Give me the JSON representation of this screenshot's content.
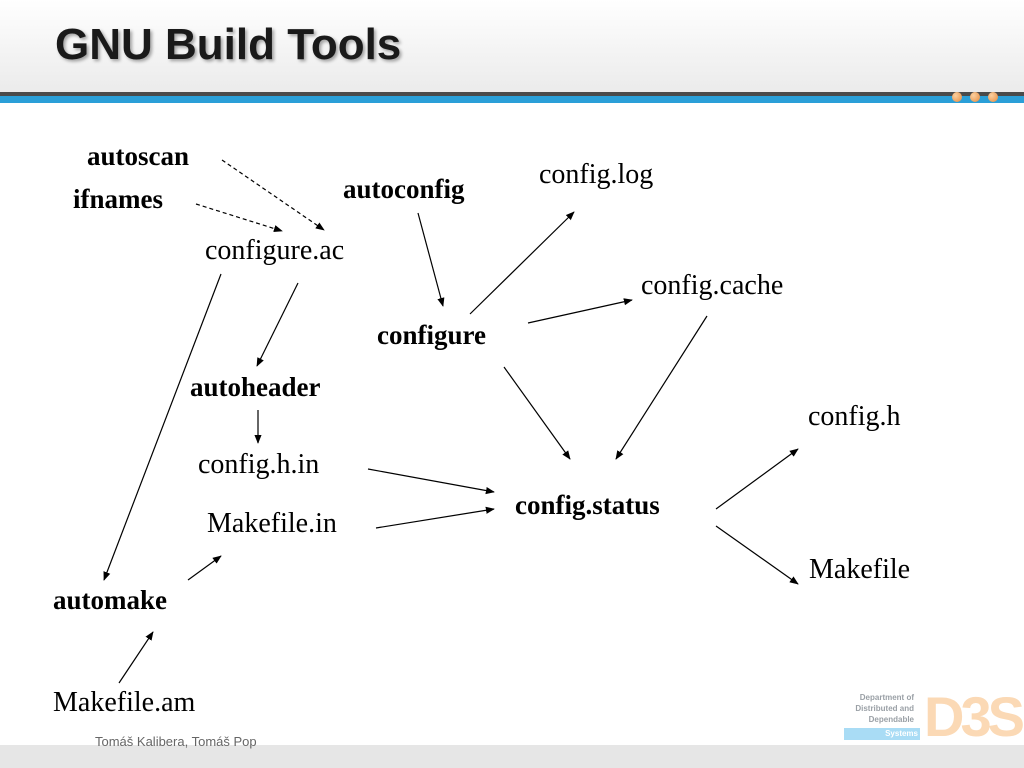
{
  "slide": {
    "title": "GNU Build Tools",
    "footer": "Tomáš Kalibera, Tomáš Pop"
  },
  "logo": {
    "line1": "Department of",
    "line2": "Distributed and",
    "line3": "Dependable",
    "line4": "Systems",
    "letters": "D3S"
  },
  "diagram": {
    "nodes": {
      "autoscan": "autoscan",
      "ifnames": "ifnames",
      "autoconfig": "autoconfig",
      "config_log": "config.log",
      "configure_ac": "configure.ac",
      "config_cache": "config.cache",
      "configure": "configure",
      "autoheader": "autoheader",
      "config_h": "config.h",
      "config_h_in": "config.h.in",
      "config_status": "config.status",
      "makefile_in": "Makefile.in",
      "makefile": "Makefile",
      "automake": "automake",
      "makefile_am": "Makefile.am"
    }
  },
  "colors": {
    "accent_blue": "#2a9fd8",
    "dark_band": "#4a4a4a",
    "dot_orange": "#e58a3c",
    "text": "#000000"
  }
}
